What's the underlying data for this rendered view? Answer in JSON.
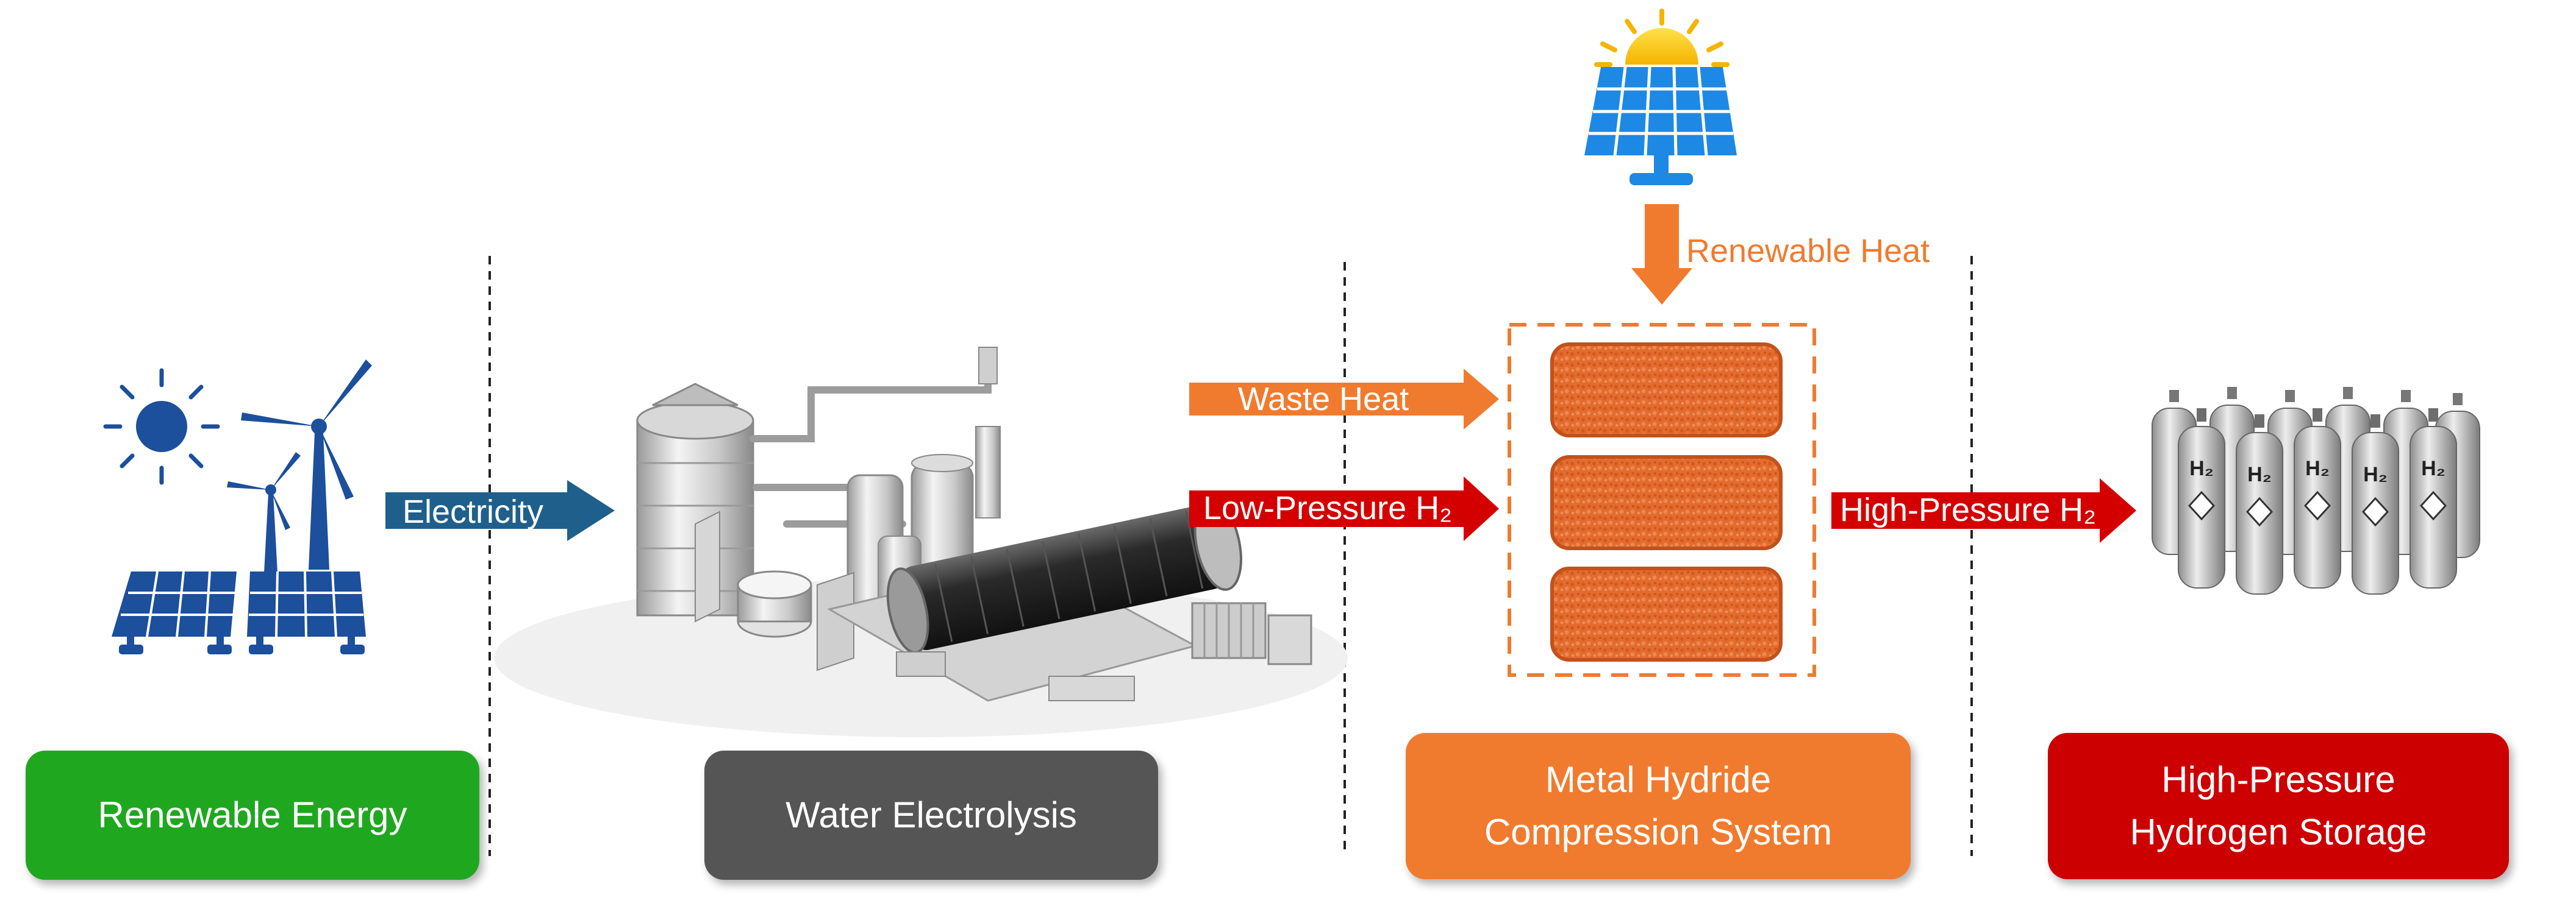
{
  "stages": {
    "renewable": "Renewable Energy",
    "electrolysis": "Water Electrolysis",
    "compression_line1": "Metal Hydride",
    "compression_line2": "Compression System",
    "storage_line1": "High-Pressure",
    "storage_line2": "Hydrogen Storage"
  },
  "flows": {
    "electricity": "Electricity",
    "renewable_heat": "Renewable Heat",
    "waste_heat": "Waste Heat",
    "low_pressure_h2": "Low-Pressure H₂",
    "high_pressure_h2": "High-Pressure H₂"
  },
  "cylinder_mark": "H₂",
  "colors": {
    "renewable": "#1fa81f",
    "electrolysis": "#555555",
    "compression": "#f07b2f",
    "storage": "#cc0000",
    "electricity_arrow": "#1f5f8b",
    "heat_arrow": "#f07b2f",
    "h2_arrow": "#d40000",
    "icon_blue": "#1c4f9c"
  },
  "icons": {
    "renewable": "sun-wind-solar-icon",
    "electrolysis": "electrolyzer-plant-icon",
    "compression": "metal-hydride-reactor-icon",
    "heat_source": "solar-panel-icon",
    "storage": "hydrogen-cylinders-icon"
  }
}
